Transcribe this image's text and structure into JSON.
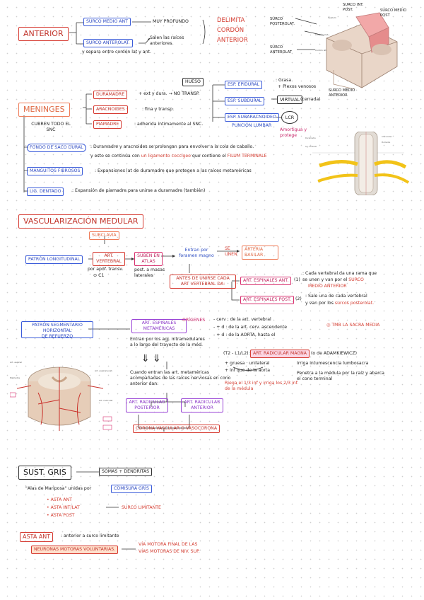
{
  "anterior": {
    "title": "ANTERIOR",
    "surco_medio": "SURCO MEDIO ANT",
    "muy_profundo": "MUY PROFUNDO",
    "surco_anterolat": "SURCO ANTEROLAT.",
    "salen_raices": "Salen las raíces anteriores",
    "separa": "y separa entre cordón lat y ant.",
    "delimita": "DELIMITA",
    "cordon": "CORDÓN",
    "anterior_word": "ANTERIOR"
  },
  "cord_top": {
    "surco_int_post": "SURCO INT. POST.",
    "surco_medio_post": "SURCO MEDIO POST",
    "surco_posterolat": "SURCO POSTEROLAT.",
    "surco_anterolat": "SURCO ANTEROLAT",
    "surco_medio_ant": "SURCO MEDIO ANTERIOR"
  },
  "meninges": {
    "title": "MENINGES",
    "cubren": "CUBREN TODO EL SNC",
    "duramadre": "DURAMADRE",
    "duramadre_desc": "+ ext y dura. → NO TRANSP.",
    "aracnoides": "ARACNOIDES",
    "aracnoides_desc": ": fina y transp.",
    "piamadre": "PIAMADRE",
    "piamadre_desc": ": adherida íntimamente al SNC.",
    "hueso": "HUESO",
    "esp_epidural": "ESP. EPIDURAL",
    "grasa": ": Grasa",
    "plexos": "+ Plexos venosos",
    "esp_subdural": "ESP. SUBDURAL",
    "virtual": "VIRTUAL",
    "cerrada": "(cerrada)",
    "esp_subaracnoideo": "ESP. SUBARACNOIDEO",
    "lcr": "LCR",
    "puncion": "PUNCIÓN LUMBAR",
    "amortigua": "Amortigua y protege",
    "fondo": "FONDO DE SACO DURAL",
    "fondo_desc1": ": Duramadre y aracnoides se prolongan para envolver a la cola de caballo.",
    "fondo_desc2a": "y esto se continúa con",
    "fondo_desc2b": "un ligamento coccígeo",
    "fondo_desc2c": "que contiene el",
    "fondo_desc2d": "FILUM TERMINALE",
    "manguitos": "MANGUITOS FIBROSOS",
    "manguitos_desc": ": Expansiones lat de duramadre que protegen a las raíces metaméricas",
    "lig": "LIG. DENTADO",
    "lig_desc": ": Expansión de piamadre para unirse a duramadre (también)"
  },
  "vasc": {
    "title": "VASCULARIZACIÓN MEDULAR",
    "subclavia": "SUBCLAVIA",
    "patron_long": "PATRÓN LONGITUDINAL",
    "art_vert": "ART. VERTEBRAL",
    "por_apof": "por apóf. transv.",
    "c1": "C1",
    "suben": "SUBEN EN ATLAS",
    "post_masas": "post. a masas laterales",
    "entran": "Entran por foramen magno",
    "se_unen": "SE UNEN",
    "basilar": "ARTERIA BASILAR",
    "antes": "ANTES DE UNIRSE CADA ART VERTEBRAL DA:",
    "esp_ant": "ART. ESPINALES ANT.",
    "esp_ant_1": "(1)",
    "esp_ant_desc1": ": Cada vertebral da una rama que",
    "esp_ant_desc2a": "se unen y van por el",
    "esp_ant_desc2b": "SURCO",
    "esp_ant_desc3": "MEDIO ANTERIOR",
    "esp_post": "ART. ESPINALES POST.",
    "esp_post_2": "(2)",
    "esp_post_desc1": ": Sale una de cada vertebral",
    "esp_post_desc2a": "y van por los",
    "esp_post_desc2b": "surcos posterolat.",
    "patron_seg1": "PATRÓN SEGMENTARIO HORIZONTAL",
    "patron_seg2": "DE REFUERZO",
    "art_met": "ART. ESPINALES METAMÉRICAS",
    "origenes": "ORÍGENES",
    "cerv": "- cerv : de la art. vertebral",
    "cerv2": "- + d : de la art. cerv. ascendente",
    "cerv3": "- + d : de la AORTA, hasta el",
    "tmb": "TMB LA SACRA MEDIA",
    "rango": "(T2 - L1/L2):",
    "radicular": "ART. RADICULAR MAGNA",
    "adamkiewicz": "(o de ADAMKIEWICZ)",
    "gruesa": "+ gruesa · unilateral",
    "inf": "+ inf que de la aorta",
    "irriga": "Irriga intumescencia lumbosacra",
    "penetra": "Penetra a la médula por la raíz y abarca el cono terminal",
    "riega": "Riega el 1/3 inf y irriga los 2/3 inf. de la médula",
    "entran_agujeros": "Entran por los agj. intramedulares a lo largo del trayecto de la méd.",
    "cuando": "Cuando entran las art. metaméricas acompañadas de las raíces nerviosas en cono anterior dan:",
    "rad_post": "ART. RADICULAR POSTERIOR",
    "rad_ant": "ART. RADICULAR ANTERIOR",
    "corona": "CORONA VASCULAR O VASOCORONA"
  },
  "gris": {
    "title": "SUST. GRIS",
    "somas": "SOMAS + DENDRITAS",
    "alas": "\"Alas de Mariposa\" unidas por",
    "comisura": "COMISURA GRIS",
    "asta_ant": "ASTA ANT",
    "asta_int": "ASTA INT/LAT",
    "surco_lim": "SURCO LIMITANTE",
    "asta_post": "ASTA POST",
    "asta_ant_box": "ASTA ANT",
    "asta_ant_desc": ": anterior a surco limitante",
    "neuronas": "NEURONAS MOTORAS VOLUNTARIAS.",
    "via1": "VÍA MOTORA FINAL DE LAS",
    "via2": "VÍAS MOTORAS DE NIV. SUP."
  }
}
